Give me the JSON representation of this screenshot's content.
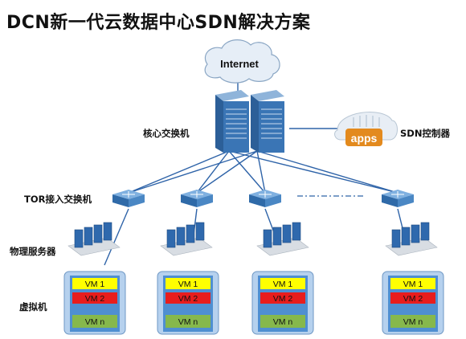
{
  "title": "DCN新一代云数据中心SDN解决方案",
  "cloud_label": "Internet",
  "core_label": "核心交换机",
  "controller_label": "SDN控制器",
  "controller_badge": "apps",
  "tor_label": "TOR接入交换机",
  "server_label": "物理服务器",
  "vm_group_label": "虚拟机",
  "vm_labels": {
    "vm1": "VM 1",
    "vm2": "VM 2",
    "vmn": "VM n"
  },
  "colors": {
    "link": "#2e63a8",
    "vm1": "#ffff00",
    "vm2": "#e81d1d",
    "vmn": "#86b84c",
    "box": "#7dabd8",
    "switch": "#4a87c4"
  }
}
